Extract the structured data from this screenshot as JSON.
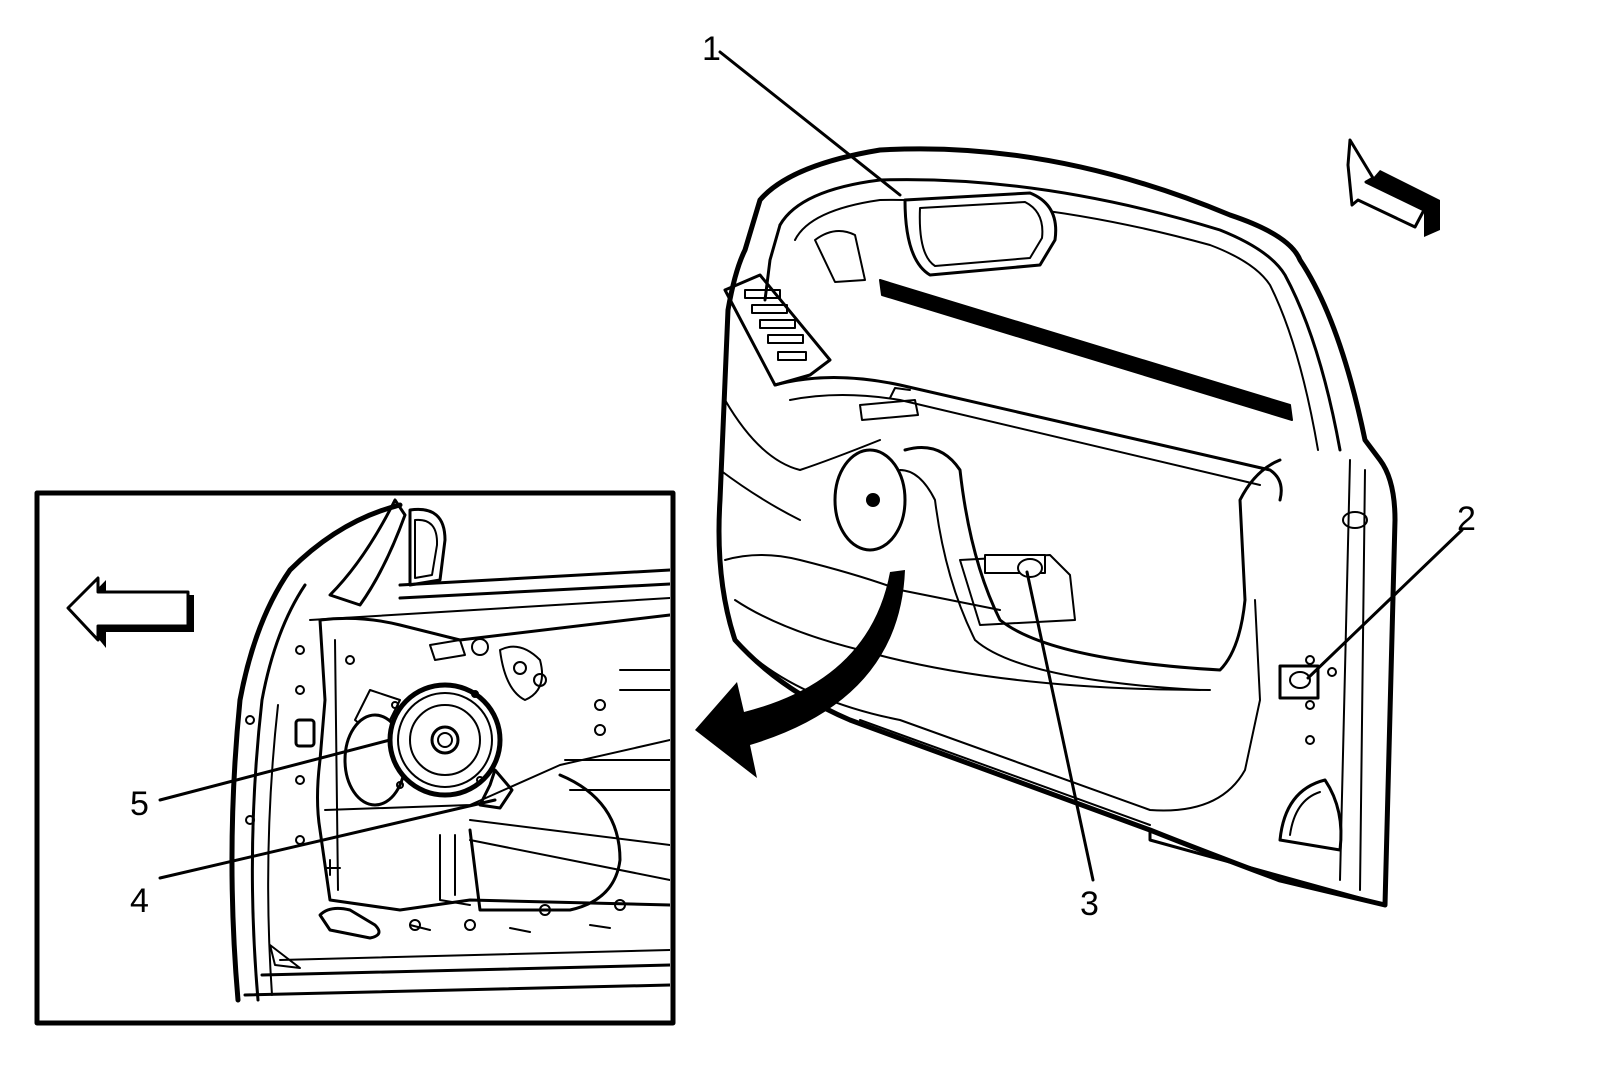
{
  "callouts": [
    {
      "id": "1",
      "text": "1"
    },
    {
      "id": "2",
      "text": "2"
    },
    {
      "id": "3",
      "text": "3"
    },
    {
      "id": "4",
      "text": "4"
    },
    {
      "id": "5",
      "text": "5"
    }
  ],
  "colors": {
    "line": "#000000",
    "background": "#ffffff"
  },
  "icons": [
    "direction-arrow-icon",
    "rotate-arrow-icon"
  ]
}
